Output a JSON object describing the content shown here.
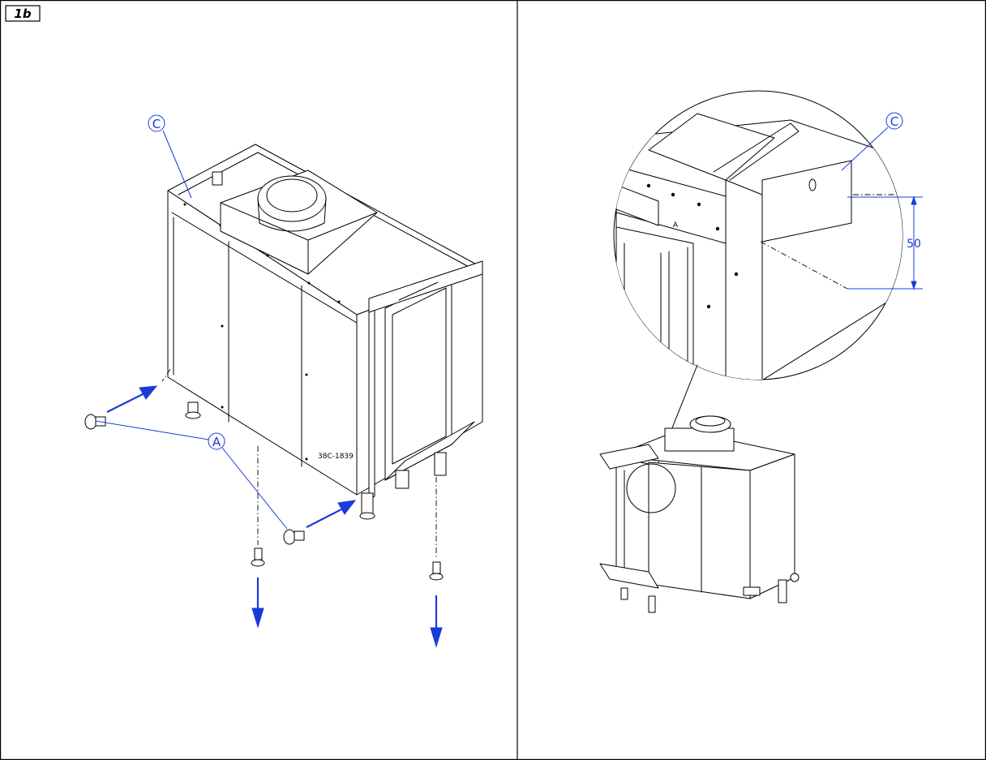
{
  "figure_label": "1b",
  "left_panel": {
    "callout_A": "A",
    "callout_C": "C",
    "part_number": "38C-1839"
  },
  "right_panel": {
    "callout_C": "C",
    "dimension_value": "50",
    "detail_mark": "A"
  },
  "colors": {
    "callout": "#1a3bd8",
    "line": "#000000"
  }
}
